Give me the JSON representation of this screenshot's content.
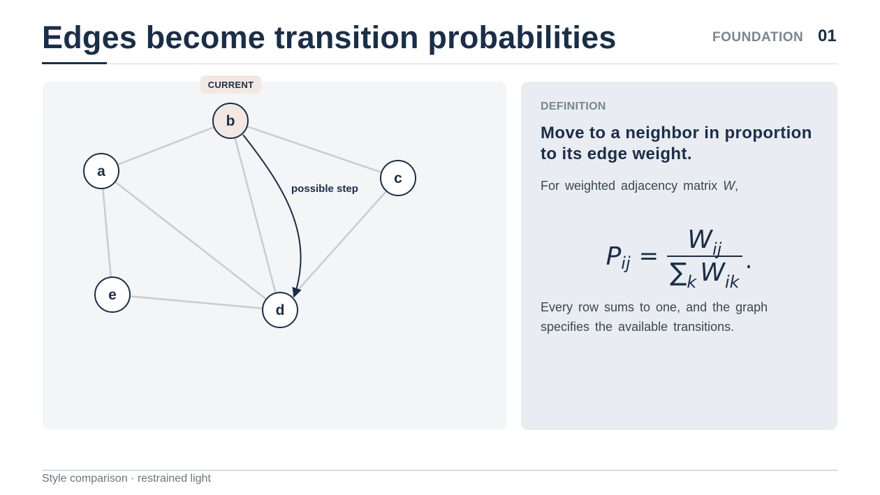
{
  "header": {
    "title": "Edges become transition probabilities",
    "section": "FOUNDATION",
    "slide_number": "01"
  },
  "graph": {
    "current_badge": "CURRENT",
    "step_label": "possible step",
    "nodes": [
      {
        "id": "a",
        "label": "a"
      },
      {
        "id": "b",
        "label": "b",
        "current": true
      },
      {
        "id": "c",
        "label": "c"
      },
      {
        "id": "d",
        "label": "d"
      },
      {
        "id": "e",
        "label": "e"
      }
    ],
    "edges": [
      [
        "a",
        "b"
      ],
      [
        "b",
        "c"
      ],
      [
        "b",
        "d"
      ],
      [
        "a",
        "d"
      ],
      [
        "a",
        "e"
      ],
      [
        "e",
        "d"
      ],
      [
        "c",
        "d"
      ]
    ],
    "highlighted_step": [
      "b",
      "d"
    ],
    "colors": {
      "node_stroke": "#1a2e4a",
      "current_fill": "#f3e8e1",
      "edge": "#c9cdd1"
    }
  },
  "definition": {
    "label": "DEFINITION",
    "heading": "Move to a neighbor in proportion to its edge weight.",
    "intro_prefix": "For weighted adjacency matrix",
    "intro_var": "W",
    "intro_suffix": ",",
    "formula": {
      "lhs": "P",
      "lhs_sub": "ij",
      "equals": "=",
      "num": "W",
      "num_sub": "ij",
      "sum": "∑",
      "sum_sub": "k",
      "den": "W",
      "den_sub": "ik",
      "period": "."
    },
    "body": "Every row sums to one, and the graph specifies the available transitions."
  },
  "footer": {
    "text": "Style comparison · restrained light"
  }
}
